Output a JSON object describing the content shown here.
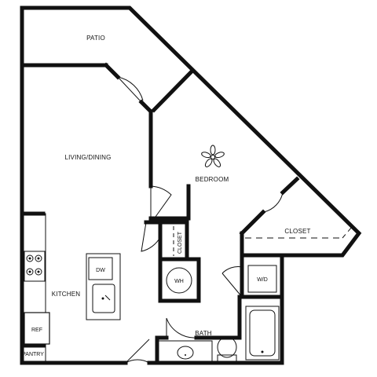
{
  "rooms": {
    "patio": "PATIO",
    "living_dining": "LIVING/DINING",
    "bedroom": "BEDROOM",
    "closet_main": "CLOSET",
    "closet_small": "CLOSET",
    "kitchen": "KITCHEN",
    "bath": "BATH",
    "pantry": "PANTRY"
  },
  "fixtures": {
    "dishwasher": "DW",
    "water_heater": "WH",
    "washer_dryer": "W/D",
    "refrigerator": "REF"
  },
  "icons": [
    "ceiling-fan-icon",
    "cooktop-icon",
    "sink-icon",
    "toilet-icon",
    "bathtub-icon"
  ]
}
